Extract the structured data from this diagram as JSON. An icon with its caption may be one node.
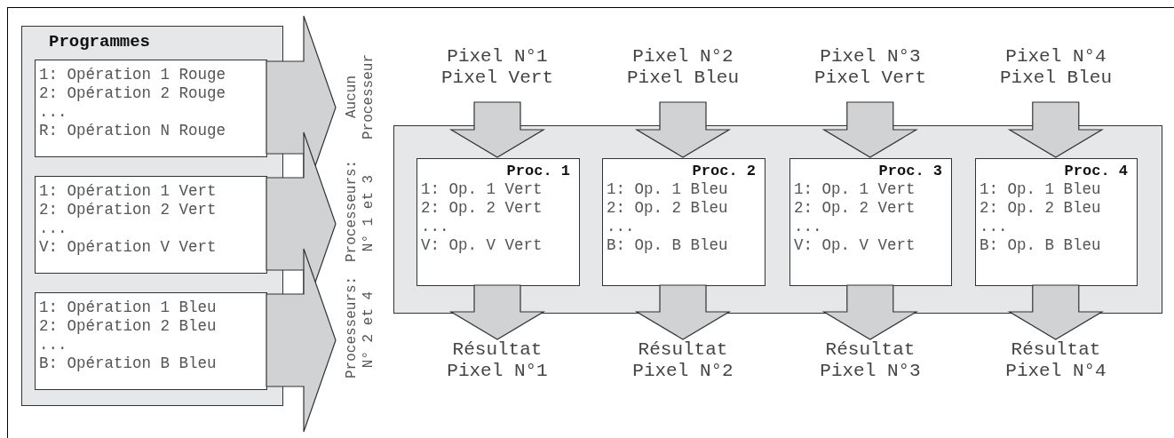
{
  "diagram": {
    "nodes": [
      {
        "text": [
          "Programmes"
        ]
      },
      {
        "text": [
          "1: Opération 1 Rouge",
          "2: Opération 2 Rouge",
          "...",
          "R: Opération N Rouge"
        ],
        "in": 0
      },
      {
        "text": [
          "1: Opération 1 Vert",
          "2: Opération 2 Vert",
          "...",
          "V: Opération V Vert"
        ],
        "in": 0
      },
      {
        "text": [
          "1: Opération 1 Bleu",
          "2: Opération 2 Bleu",
          "...",
          "B: Opération B Bleu"
        ],
        "in": 0
      },
      {
        "text": [],
        "shape": "box"
      },
      {
        "text": [
          "Proc. 1",
          "1: Op. 1 Vert",
          "2: Op. 2 Vert",
          "...",
          "V: Op. V Vert"
        ],
        "in": 4
      },
      {
        "text": [
          "Proc. 2",
          "1: Op. 1 Bleu",
          "2: Op. 2 Bleu",
          "...",
          "B: Op. B Bleu"
        ],
        "in": 4
      },
      {
        "text": [
          "Proc. 3",
          "1: Op. 1 Vert",
          "2: Op. 2 Vert",
          "...",
          "V: Op. V Vert"
        ],
        "in": 4
      },
      {
        "text": [
          "Proc. 4",
          "1: Op. 1 Bleu",
          "2: Op. 2 Bleu",
          "...",
          "B: Op. B Bleu"
        ],
        "in": 4
      },
      {
        "text": [
          "Pixel N°1",
          "Pixel Vert"
        ]
      },
      {
        "text": [
          "Pixel N°2",
          "Pixel Bleu"
        ]
      },
      {
        "text": [
          "Pixel N°3",
          "Pixel Vert"
        ]
      },
      {
        "text": [
          "Pixel N°4",
          "Pixel Bleu"
        ]
      },
      {
        "text": [
          "Résultat Pixel N°1"
        ]
      },
      {
        "text": [
          "Résultat Pixel N°2"
        ]
      },
      {
        "text": [
          "Résultat Pixel N°3"
        ]
      },
      {
        "text": [
          "Résultat Pixel N°4"
        ]
      }
    ],
    "edges": [
      {
        "from": 1,
        "to": null,
        "arrow": "to",
        "label": "Aucun Processeur"
      },
      {
        "from": 2,
        "to": null,
        "arrow": "to",
        "label": "Processeurs: N° 1 et 3"
      },
      {
        "from": 3,
        "to": null,
        "arrow": "to",
        "label": "Processeurs: N° 2 et 4"
      },
      {
        "from": 9,
        "to": 5,
        "arrow": "to"
      },
      {
        "from": 10,
        "to": 6,
        "arrow": "to"
      },
      {
        "from": 11,
        "to": 7,
        "arrow": "to"
      },
      {
        "from": 12,
        "to": 8,
        "arrow": "to"
      },
      {
        "from": 5,
        "to": 13,
        "arrow": "to"
      },
      {
        "from": 6,
        "to": 14,
        "arrow": "to"
      },
      {
        "from": 7,
        "to": 15,
        "arrow": "to"
      },
      {
        "from": 8,
        "to": 16,
        "arrow": "to"
      }
    ]
  }
}
